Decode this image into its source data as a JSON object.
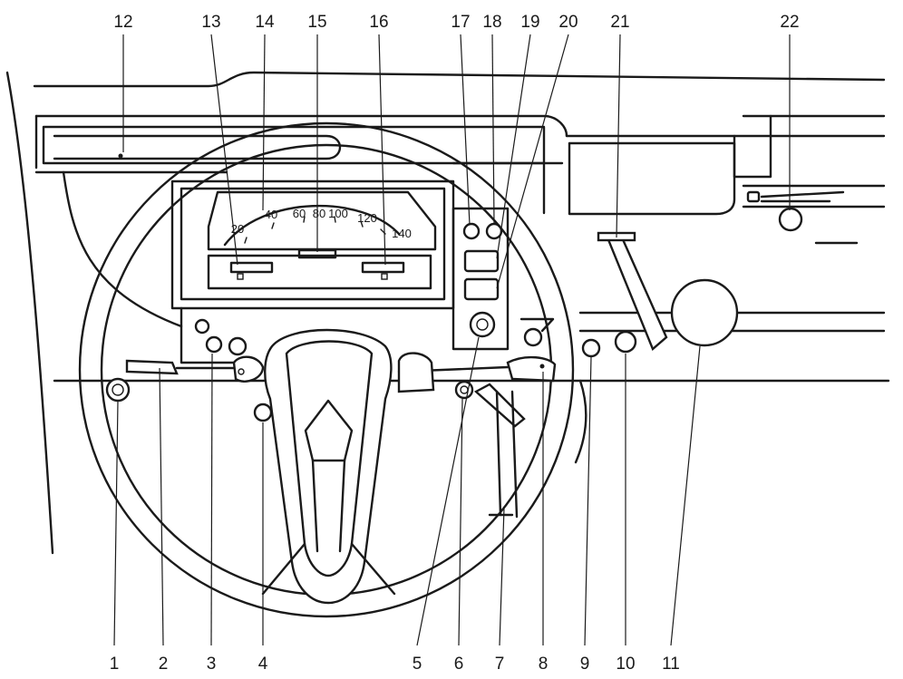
{
  "callouts": {
    "top": [
      "12",
      "13",
      "14",
      "15",
      "16",
      "17",
      "18",
      "19",
      "20",
      "21",
      "22"
    ],
    "bottom": [
      "1",
      "2",
      "3",
      "4",
      "5",
      "6",
      "7",
      "8",
      "9",
      "10",
      "11"
    ]
  },
  "speedometer": {
    "ticks": [
      "20",
      "40",
      "60",
      "80",
      "100",
      "120",
      "140"
    ]
  },
  "colors": {
    "ink": "#1a1a1a",
    "paper": "#ffffff"
  }
}
